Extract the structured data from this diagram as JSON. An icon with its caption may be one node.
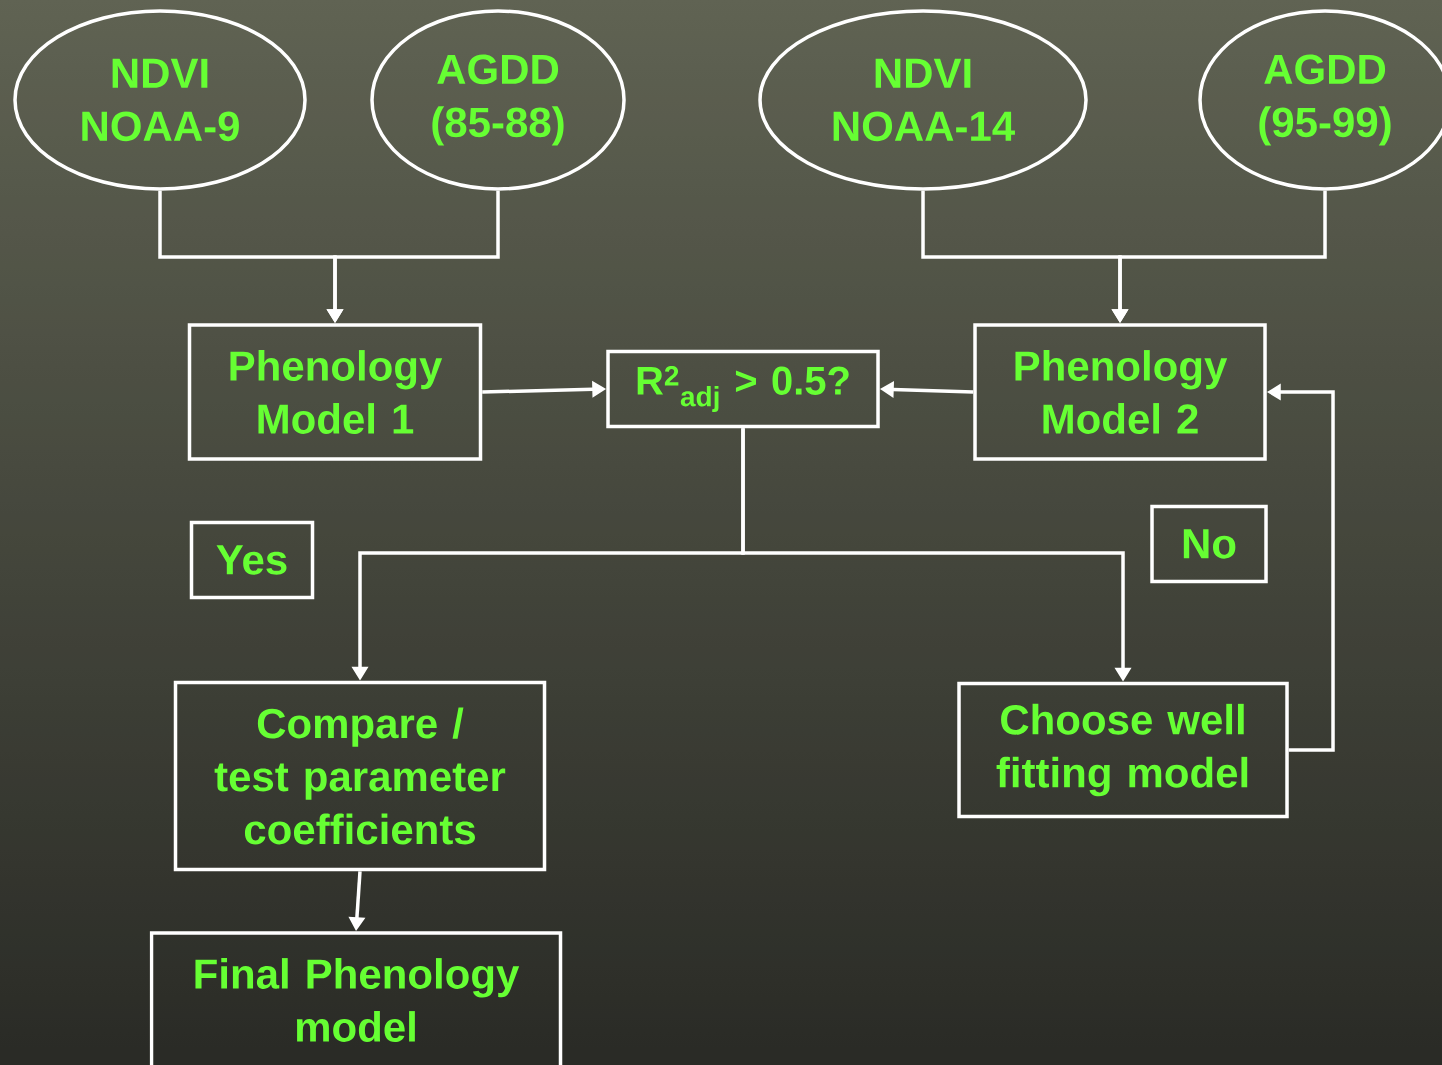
{
  "diagram": {
    "nodes": [
      {
        "text": [
          "NDVI NOAA-9"
        ]
      },
      {
        "text": [
          "AGDD (85-88)"
        ]
      },
      {
        "text": [
          "NDVI NOAA-14"
        ]
      },
      {
        "text": [
          "AGDD (95-99)"
        ]
      },
      {
        "text": [
          "Phenology Model 1"
        ]
      },
      {
        "text": [
          "R$^{2}$$_{adj}$ > 0.5?"
        ]
      },
      {
        "text": [
          "Phenology Model 2"
        ]
      },
      {
        "text": [
          "Yes"
        ]
      },
      {
        "text": [
          "No"
        ]
      },
      {
        "text": [
          "Compare / test parameter coefficients"
        ]
      },
      {
        "text": [
          "Choose well fitting model"
        ]
      },
      {
        "text": [
          "Final Phenology model"
        ]
      }
    ],
    "edges": [
      {
        "from": 0,
        "to": 4,
        "arrow": "to"
      },
      {
        "from": 1,
        "to": 4,
        "arrow": "to"
      },
      {
        "from": 2,
        "to": 6,
        "arrow": "to"
      },
      {
        "from": 3,
        "to": 6,
        "arrow": "to"
      },
      {
        "from": 4,
        "to": 5,
        "arrow": "to"
      },
      {
        "from": 6,
        "to": 5,
        "arrow": "to"
      },
      {
        "from": 5,
        "to": 9,
        "arrow": "to"
      },
      {
        "from": 5,
        "to": 10,
        "arrow": "to"
      },
      {
        "from": 10,
        "to": 6,
        "arrow": "to"
      },
      {
        "from": 9,
        "to": 11,
        "arrow": "to"
      }
    ]
  }
}
